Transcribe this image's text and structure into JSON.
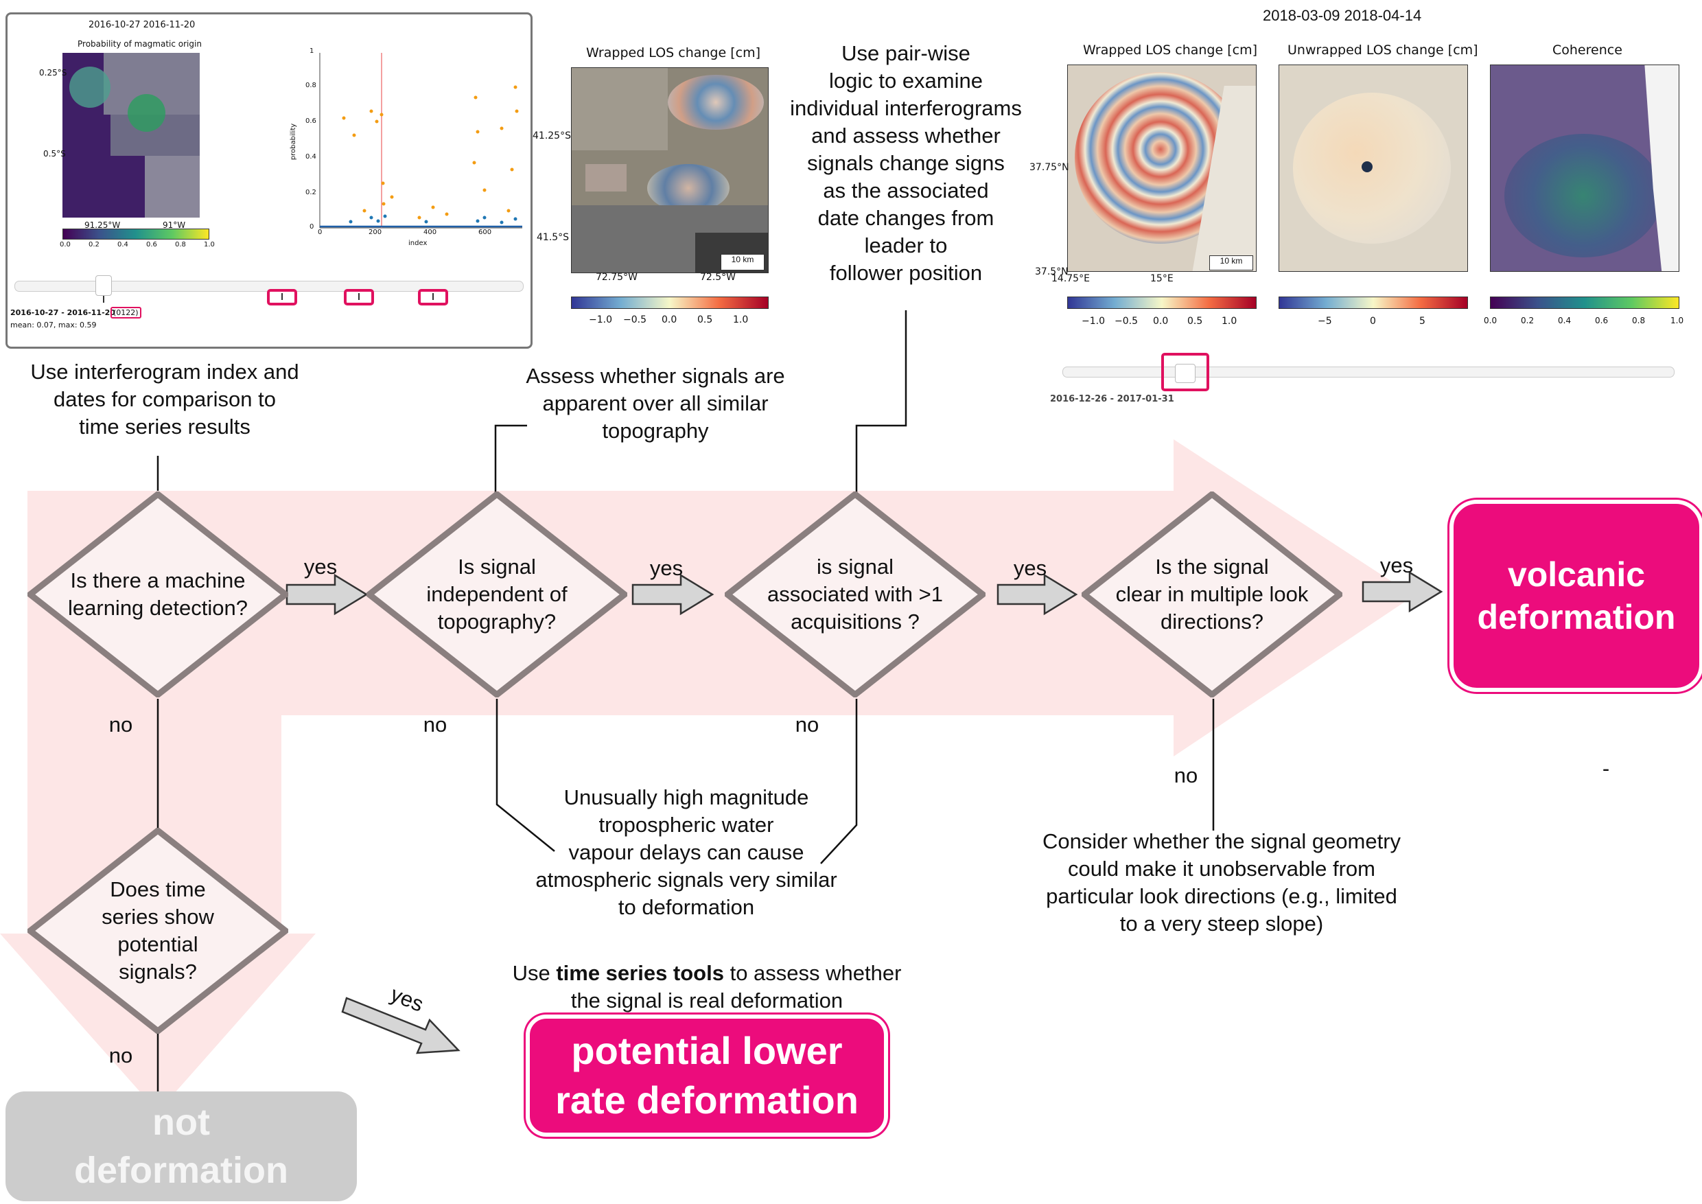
{
  "colors": {
    "accent": "#ec0c7c",
    "arrow_fill": "#fde6e6",
    "diamond_border": "#8a7f7f",
    "diamond_fill": "#fbf1f1",
    "not_deformation_bg": "#cccccc",
    "highlight_box": "#e0115f"
  },
  "top_left_panel": {
    "dates": "2016-10-27    2016-11-20",
    "map_title": "Probability of magmatic origin",
    "lat_labels": [
      "0.25°S",
      "0.5°S"
    ],
    "lon_labels": [
      "91.25°W",
      "91°W"
    ],
    "colorbar_ticks": [
      "0.0",
      "0.2",
      "0.4",
      "0.6",
      "0.8",
      "1.0"
    ],
    "plot_ylabel": "probability",
    "plot_xlabel": "index",
    "plot_yticks": [
      "1",
      "0.8",
      "0.6",
      "0.4",
      "0.2",
      "0"
    ],
    "plot_xticks": [
      "0",
      "200",
      "400",
      "600"
    ],
    "slider_label_dates": "2016-10-27 - 2016-11-20",
    "slider_label_index": "(0122)",
    "stats": "mean: 0.07, max: 0.59"
  },
  "middle_map": {
    "title": "Wrapped LOS change [cm]",
    "lat_labels": [
      "41.25°S",
      "41.5°S"
    ],
    "lon_labels": [
      "72.75°W",
      "72.5°W"
    ],
    "scale": "10 km",
    "colorbar_ticks": [
      "−1.0",
      "−0.5",
      "0.0",
      "0.5",
      "1.0"
    ]
  },
  "right_maps": {
    "dates": "2018-03-09    2018-04-14",
    "maps": [
      {
        "title": "Wrapped LOS change [cm]",
        "ticks": [
          "−1.0",
          "−0.5",
          "0.0",
          "0.5",
          "1.0"
        ]
      },
      {
        "title": "Unwrapped LOS change [cm]",
        "ticks": [
          "−5",
          "0",
          "5"
        ]
      },
      {
        "title": "Coherence",
        "ticks": [
          "0.0",
          "0.2",
          "0.4",
          "0.6",
          "0.8",
          "1.0"
        ]
      }
    ],
    "lat_labels": [
      "37.75°N",
      "37.5°N"
    ],
    "lon_labels": [
      "14.75°E",
      "15°E"
    ],
    "scale": "10 km",
    "slider_label": "2016-12-26 - 2017-01-31"
  },
  "annotations": {
    "ml_note": "Use interferogram index and\ndates for comparison to\ntime series results",
    "topo_note": "Assess whether signals are\napparent over all similar\ntopography",
    "pairwise_note": "Use pair-wise\nlogic to examine\nindividual interferograms\nand assess whether\nsignals change signs\nas the associated\ndate changes from\nleader to\nfollower position",
    "atmos_note": "Unusually high magnitude\ntropospheric water\nvapour delays can cause\natmospheric signals very similar\nto deformation",
    "ts_tools_pre": "Use ",
    "ts_tools_bold": "time series tools",
    "ts_tools_post": " to assess whether",
    "ts_tools_line2": "the signal is real deformation",
    "geometry_note": "Consider whether the signal geometry\ncould make it unobservable from\nparticular look directions (e.g., limited\nto a very steep slope)",
    "dash": "-"
  },
  "decisions": {
    "d1": "Is there a machine\nlearning detection?",
    "d2": "Is signal\nindependent of\ntopography?",
    "d3": "is signal\nassociated with >1\nacquisitions ?",
    "d4": "Is the signal\nclear in multiple look\ndirections?",
    "d5": "Does time\nseries show\npotential\nsignals?"
  },
  "edges": {
    "yes": "yes",
    "no": "no"
  },
  "outcomes": {
    "volcanic": "volcanic\ndeformation",
    "lower_rate": "potential lower\nrate deformation",
    "not_deformation": "not\ndeformation"
  }
}
